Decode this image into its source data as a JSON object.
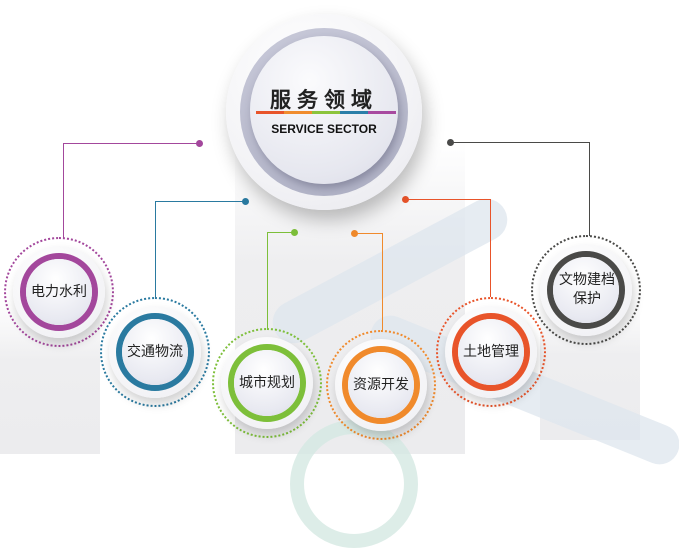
{
  "center": {
    "title": "服务领域",
    "subtitle": "SERVICE SECTOR",
    "bar_colors": [
      "#e8542a",
      "#f08c2e",
      "#8cc43c",
      "#2a7ea8",
      "#a84aa0"
    ]
  },
  "sectors": [
    {
      "id": "power-water",
      "label": "电力水利",
      "color": "#a3479c"
    },
    {
      "id": "transport-logistics",
      "label": "交通物流",
      "color": "#2a7aa0"
    },
    {
      "id": "urban-planning",
      "label": "城市规划",
      "color": "#7dbf3a"
    },
    {
      "id": "resource-development",
      "label": "资源开发",
      "color": "#f08a2c"
    },
    {
      "id": "land-management",
      "label": "土地管理",
      "color": "#e8542a"
    },
    {
      "id": "archive-protection",
      "label": "文物建档保护",
      "color": "#4a4a48"
    }
  ]
}
